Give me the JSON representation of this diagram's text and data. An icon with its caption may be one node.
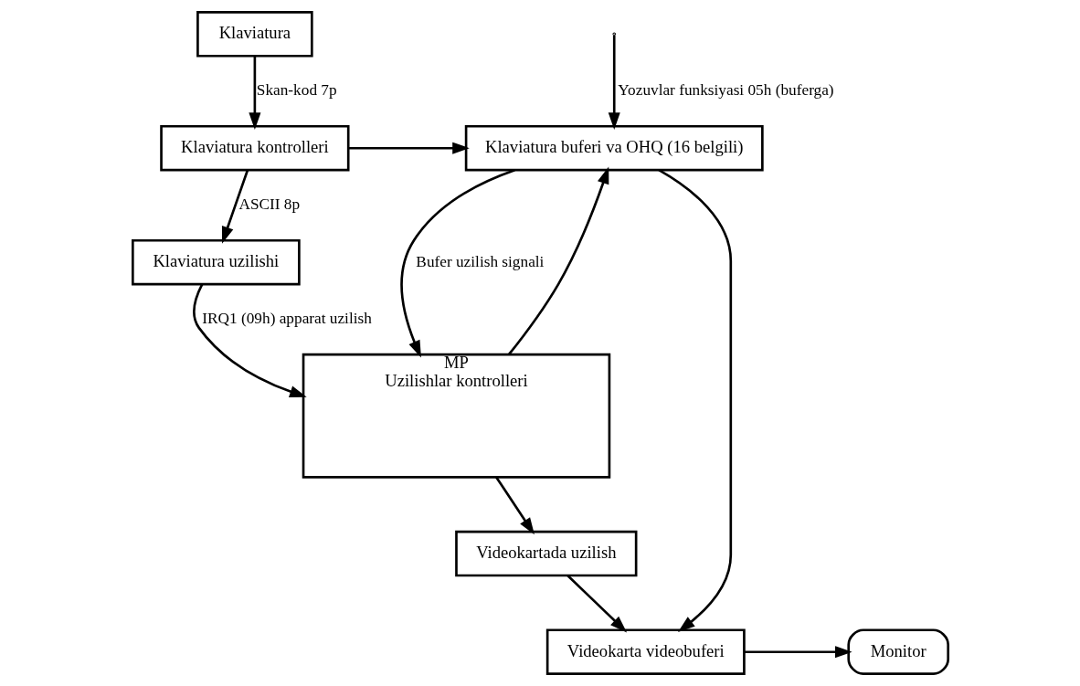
{
  "diagram": {
    "nodes": [
      {
        "text": [
          "Klaviatura"
        ]
      },
      {
        "text": [
          "Klaviatura kontrolleri"
        ]
      },
      {
        "text": [
          "Klaviatura uzilishi"
        ]
      },
      {
        "text": [
          "Klaviatura buferi va OHQ (16 belgili)"
        ]
      },
      {
        "text": [
          "MP",
          "Uzilishlar kontrolleri"
        ]
      },
      {
        "text": [
          "Videokarta videobuferi"
        ]
      },
      {
        "text": [
          "Monitor"
        ]
      },
      {
        "text": [
          "Videokartada uzilish"
        ]
      }
    ],
    "edges": [
      {
        "from": 0,
        "to": 1,
        "arrow": "to",
        "label": "Skan-kod 7p"
      },
      {
        "from": 1,
        "to": 2,
        "arrow": "to",
        "label": "ASCII 8p"
      },
      {
        "from": 1,
        "to": 3,
        "arrow": "to"
      },
      {
        "from": 2,
        "to": 4,
        "arrow": "to",
        "label": "IRQ1 (09h) apparat uzilish"
      },
      {
        "from": 3,
        "to": 5,
        "arrow": "to"
      },
      {
        "from": 5,
        "to": 6,
        "arrow": "to"
      },
      {
        "from": 7,
        "to": 5,
        "arrow": "to"
      },
      {
        "from": 4,
        "to": 7,
        "arrow": "to"
      },
      {
        "from": null,
        "to": 3,
        "arrow": "to",
        "label": "Yozuvlar funksiyasi 05h (buferga)"
      },
      {
        "from": 4,
        "to": 3,
        "arrow": "to"
      },
      {
        "from": 3,
        "to": 4,
        "arrow": "to",
        "label": "Bufer uzilish signali"
      }
    ]
  }
}
